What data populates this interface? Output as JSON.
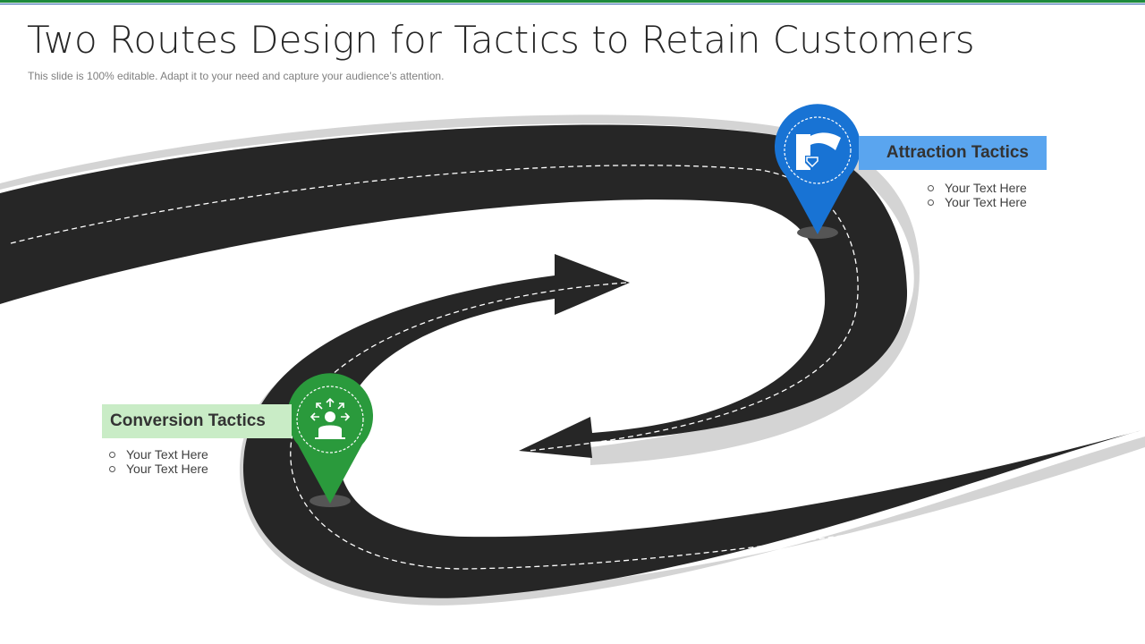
{
  "slide": {
    "title": "Two Routes Design for Tactics to Retain Customers",
    "subtitle": "This slide is 100% editable. Adapt it to your need and capture your audience’s attention."
  },
  "routes": [
    {
      "id": "attraction",
      "label": "Attraction Tactics",
      "icon": "magnet-attract-icon",
      "color": "#1873d4",
      "label_bg": "#5aa5ef",
      "bullets": [
        "Your Text Here",
        "Your Text Here"
      ]
    },
    {
      "id": "conversion",
      "label": "Conversion Tactics",
      "icon": "person-arrows-icon",
      "color": "#2a9a3c",
      "label_bg": "#c9ecc6",
      "bullets": [
        "Your Text Here",
        "Your Text Here"
      ]
    }
  ],
  "colors": {
    "road": "#262626",
    "road_shadow": "#d4d4d4",
    "lane_marking": "#ffffff",
    "accent_top": "#1e8a3c"
  }
}
